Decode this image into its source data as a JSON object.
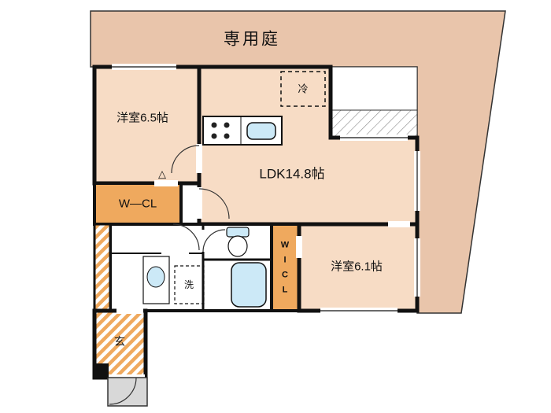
{
  "labels": {
    "garden": "専用庭",
    "room_west_1": "洋室6.5帖",
    "ldk": "LDK14.8帖",
    "fridge": "冷",
    "walk_in_closet_1": "W—CL",
    "wicl_letters": [
      "W",
      "I",
      "C",
      "L"
    ],
    "room_west_2": "洋室6.1帖",
    "laundry": "洗",
    "entrance": "玄",
    "door_marker": "△"
  },
  "colors": {
    "garden": "#e9c5ab",
    "room": "#f7dcc5",
    "closet": "#efa95e",
    "water_blue": "#cce9f7",
    "wall": "#111111",
    "porch": "#d8d8d8",
    "white": "#ffffff"
  }
}
